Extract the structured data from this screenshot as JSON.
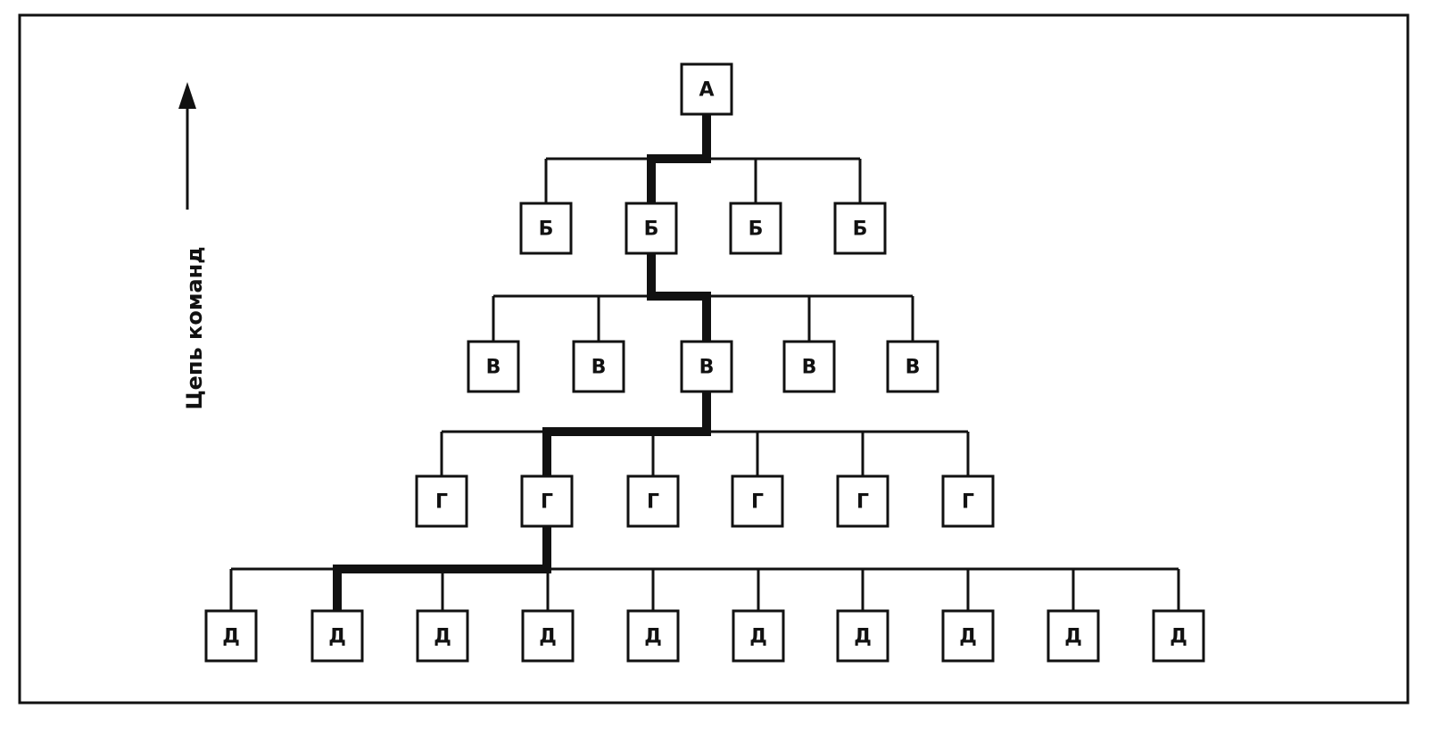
{
  "diagram": {
    "axis_label": "Цепь команд",
    "levels": [
      {
        "label": "А",
        "count": 1,
        "path_index": 0
      },
      {
        "label": "Б",
        "count": 4,
        "path_index": 1
      },
      {
        "label": "В",
        "count": 5,
        "path_index": 2
      },
      {
        "label": "Г",
        "count": 6,
        "path_index": 1
      },
      {
        "label": "Д",
        "count": 10,
        "path_index": 1
      }
    ],
    "colors": {
      "ink": "#111111",
      "background": "#ffffff"
    }
  }
}
